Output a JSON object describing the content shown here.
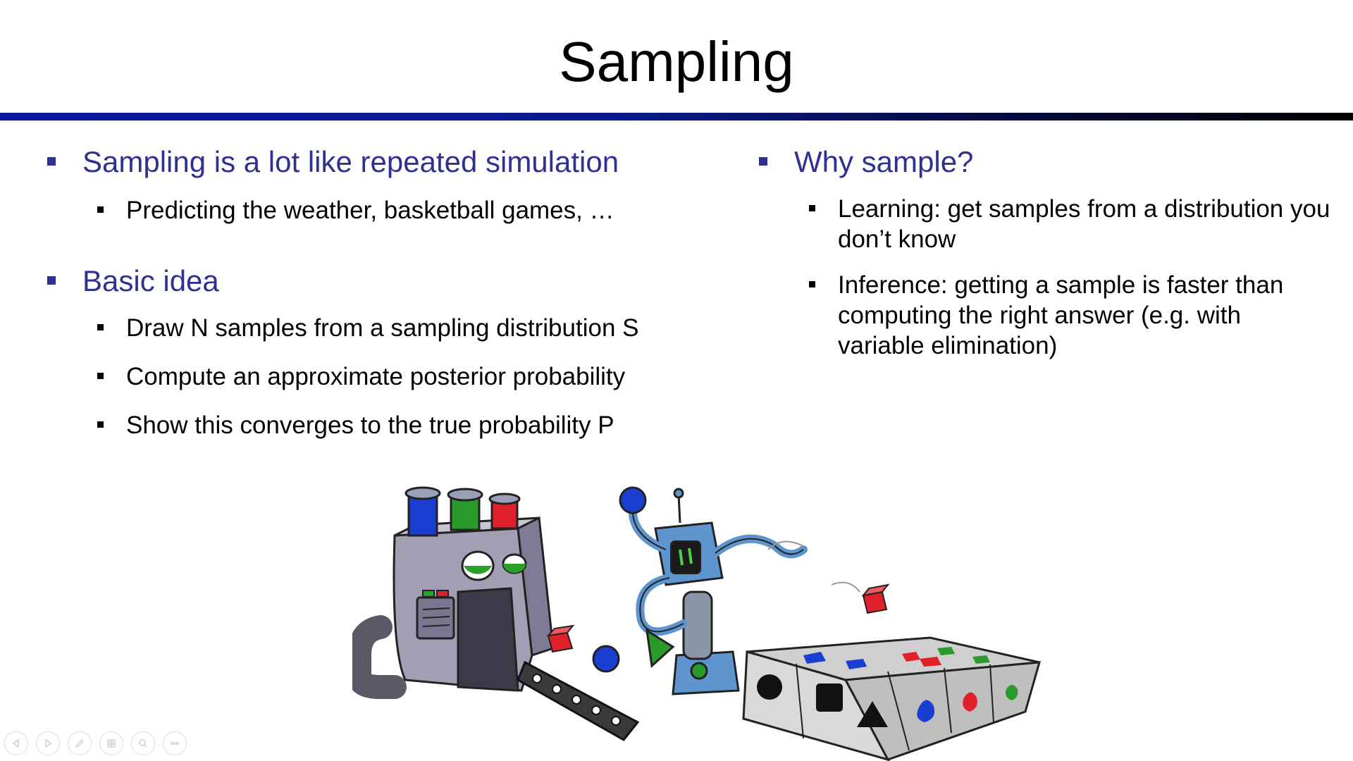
{
  "slide": {
    "title": "Sampling",
    "left_column": [
      {
        "heading": "Sampling is a lot like repeated simulation",
        "items": [
          "Predicting the weather, basketball games, …"
        ]
      },
      {
        "heading": "Basic idea",
        "items": [
          "Draw N samples from a sampling distribution S",
          "Compute an approximate posterior probability",
          "Show this converges to the true probability P"
        ]
      }
    ],
    "right_column": [
      {
        "heading": "Why sample?",
        "items": [
          "Learning: get samples from a distribution you don’t know",
          "Inference: getting a sample is faster than computing the right answer (e.g. with variable elimination)"
        ]
      }
    ]
  },
  "nav": {
    "buttons": [
      "previous-slide",
      "next-slide",
      "pen-tool",
      "see-all-slides",
      "zoom",
      "more-options"
    ]
  },
  "colors": {
    "heading": "#2e3192",
    "rule": "#0a1aa0",
    "red_cube": "#e0202a",
    "blue_ball": "#1a3fd0",
    "green": "#2a9a2a"
  }
}
